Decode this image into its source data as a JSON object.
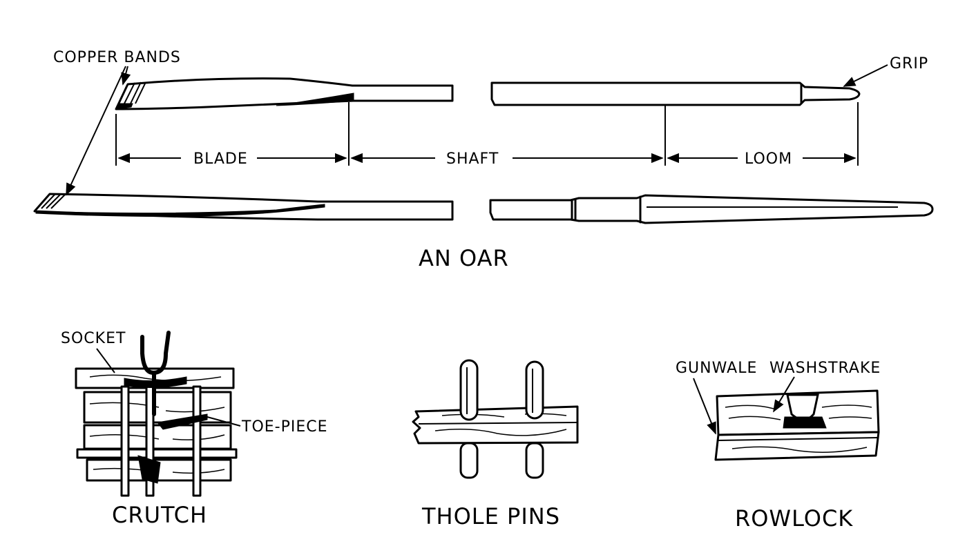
{
  "oar": {
    "caption": "AN OAR",
    "labels": {
      "copper_bands": "COPPER BANDS",
      "grip": "GRIP",
      "blade": "BLADE",
      "shaft": "SHAFT",
      "loom": "LOOM"
    }
  },
  "crutch": {
    "caption": "CRUTCH",
    "labels": {
      "socket": "SOCKET",
      "toe_piece": "TOE-PIECE"
    }
  },
  "thole_pins": {
    "caption": "THOLE PINS"
  },
  "rowlock": {
    "caption": "ROWLOCK",
    "labels": {
      "gunwale": "GUNWALE",
      "washstrake": "WASHSTRAKE"
    }
  }
}
